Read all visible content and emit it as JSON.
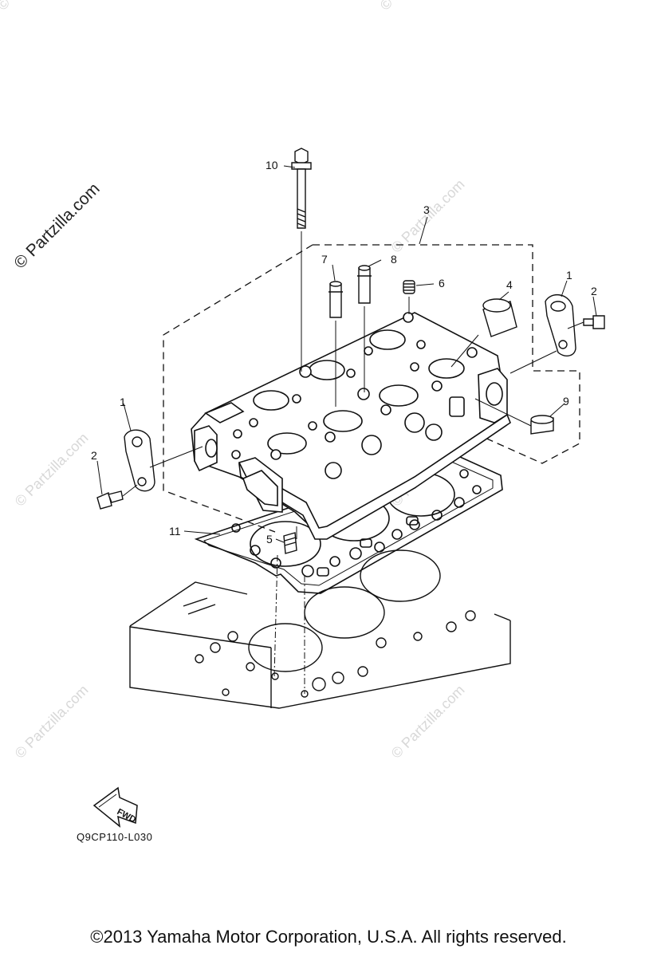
{
  "watermark": {
    "main": "© Partzilla.com",
    "faint": "© Partzilla.com"
  },
  "callouts": {
    "c1a": "1",
    "c1b": "1",
    "c2a": "2",
    "c2b": "2",
    "c3": "3",
    "c4": "4",
    "c5": "5",
    "c6": "6",
    "c7": "7",
    "c8": "8",
    "c9": "9",
    "c10": "10",
    "c11": "11"
  },
  "fwd_label": "FWD",
  "diagram_code": "Q9CP110-L030",
  "copyright": "©2013  Yamaha Motor Corporation, U.S.A. All rights reserved."
}
